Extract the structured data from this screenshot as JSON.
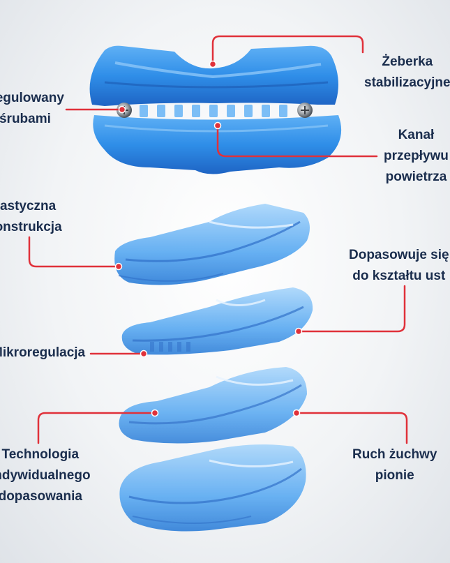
{
  "labels": {
    "zeberka": "Żeberka\nstabilizacyjne",
    "regulowany": "Regulowany\nśrubami",
    "kanal": "Kanał\nprzepływu\npowietrza",
    "elastyczna": "Elastyczna\nkonstrukcja",
    "dopasowuje": "Dopasowuje się\ndo kształtu ust",
    "mikroregulacja": "Mikroregulacja",
    "technologia": "Technologia\nindywidualnego\ndopasowania",
    "ruch": "Ruch żuchwy\npionie"
  },
  "colors": {
    "text": "#1a2d4d",
    "leader_line": "#e0313a",
    "device_blue": "#2f8ee8",
    "device_dark": "#1e64c4",
    "device_light": "#8cc6f7"
  }
}
